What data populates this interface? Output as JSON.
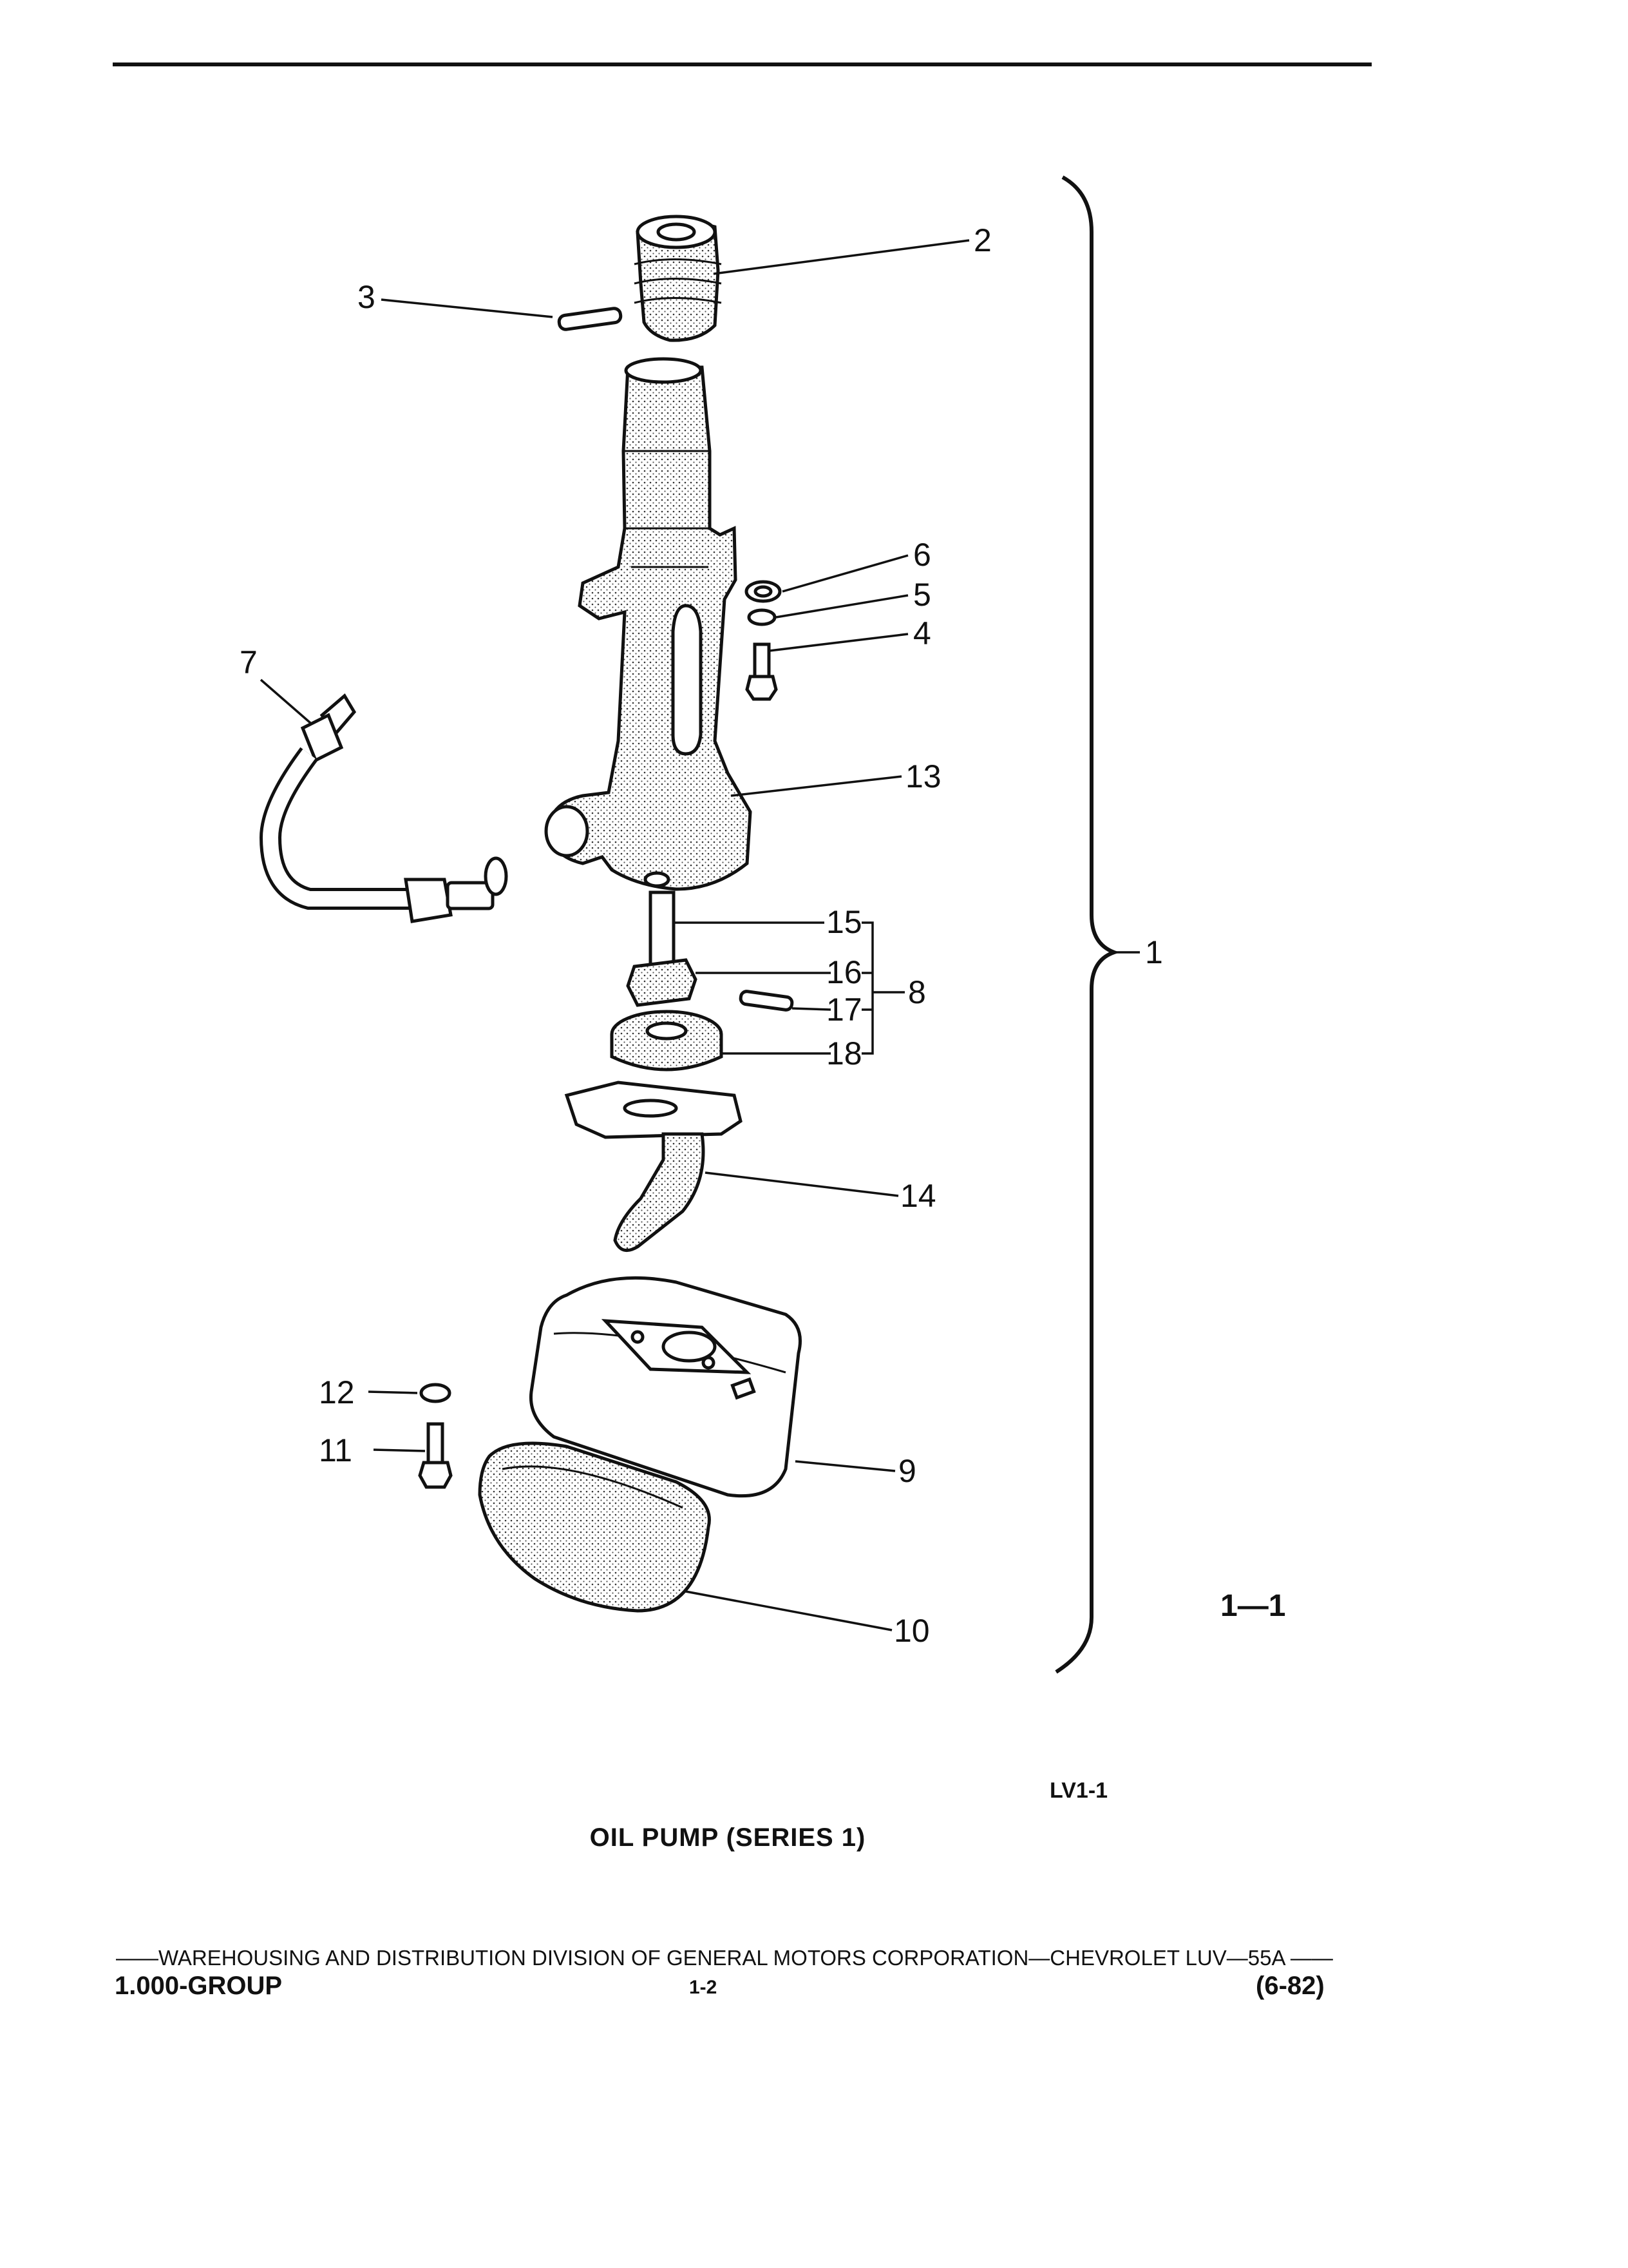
{
  "figure": {
    "title": "OIL PUMP (SERIES 1)",
    "code": "LV1-1",
    "reference": "1—1"
  },
  "callouts": {
    "c1": "1",
    "c2": "2",
    "c3": "3",
    "c4": "4",
    "c5": "5",
    "c6": "6",
    "c7": "7",
    "c8": "8",
    "c9": "9",
    "c10": "10",
    "c11": "11",
    "c12": "12",
    "c13": "13",
    "c14": "14",
    "c15": "15",
    "c16": "16",
    "c17": "17",
    "c18": "18"
  },
  "footer": {
    "publisher_line": "——WAREHOUSING AND DISTRIBUTION  DIVISION OF GENERAL MOTORS CORPORATION—CHEVROLET LUV—55A   ——",
    "group": "1.000-GROUP",
    "page": "1-2",
    "revision": "(6-82)"
  }
}
